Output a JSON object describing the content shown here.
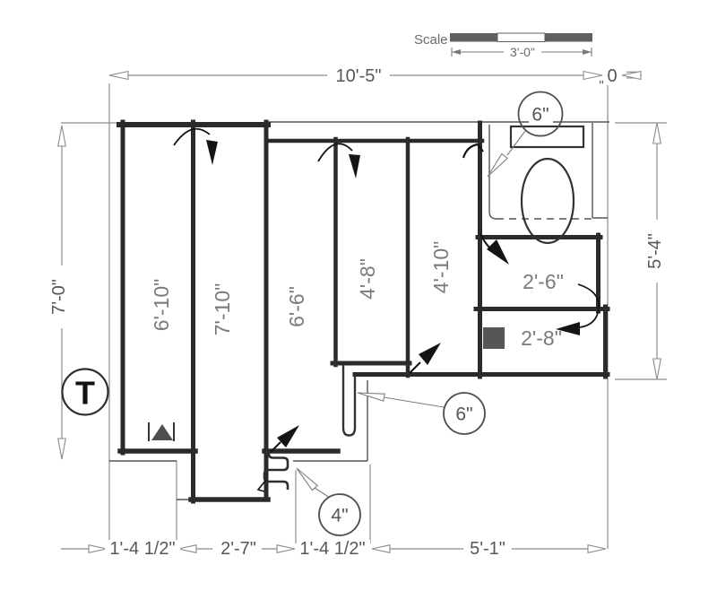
{
  "scale_bar": {
    "label": "Scale",
    "length": "3'-0\""
  },
  "dimensions": {
    "top_width": "10'-5\"",
    "top_zero": "0",
    "inch_mark": "\"",
    "left_height": "7'-0\"",
    "right_height": "5'-4\"",
    "bottom": [
      "1'-4 1/2\"",
      "2'-7\"",
      "1'-4 1/2\"",
      "5'-1\""
    ]
  },
  "duct_runs": [
    "6'-10\"",
    "7'-10\"",
    "6'-6\"",
    "4'-8\"",
    "4'-10\"",
    "2'-6\"",
    "2'-8\""
  ],
  "callouts": {
    "toilet_duct": "6\"",
    "floor_duct": "6\"",
    "flex_duct": "4\"",
    "thermostat": "T"
  },
  "colors": {
    "wall": "#2b2b2b",
    "dim_line": "#8b8b8b",
    "dim_text": "#575757",
    "run_label": "#7b7b7b",
    "arrow": "#141414",
    "scale_fill": "#5f5f5f",
    "register_fill": "#565656"
  }
}
